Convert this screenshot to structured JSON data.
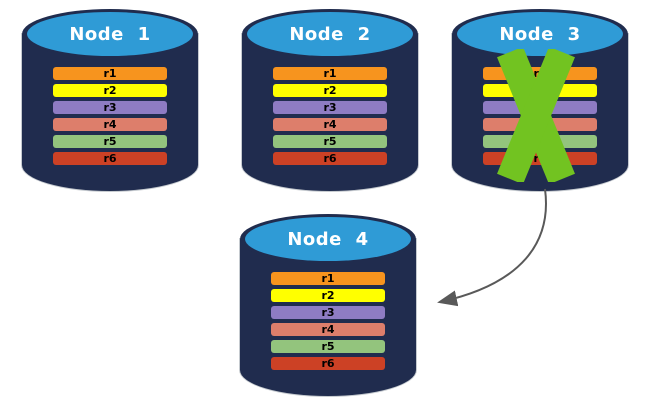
{
  "diagram": {
    "description": "Database node replication diagram: Node 3 failed, its records replicated to Node 4",
    "colors": {
      "cylinder_body": "#202C4E",
      "cylinder_cap": "#2F9BD6",
      "title_text": "#FFFFFF",
      "record_text": "#000000"
    },
    "nodes": [
      {
        "title": "Node 1",
        "records": [
          {
            "label": "r1",
            "color": "#F7941E"
          },
          {
            "label": "r2",
            "color": "#FFFF00"
          },
          {
            "label": "r3",
            "color": "#8E7CC3"
          },
          {
            "label": "r4",
            "color": "#DD7E6B"
          },
          {
            "label": "r5",
            "color": "#93C47D"
          },
          {
            "label": "r6",
            "color": "#CC4125"
          }
        ]
      },
      {
        "title": "Node 2",
        "records": [
          {
            "label": "r1",
            "color": "#F7941E"
          },
          {
            "label": "r2",
            "color": "#FFFF00"
          },
          {
            "label": "r3",
            "color": "#8E7CC3"
          },
          {
            "label": "r4",
            "color": "#DD7E6B"
          },
          {
            "label": "r5",
            "color": "#93C47D"
          },
          {
            "label": "r6",
            "color": "#CC4125"
          }
        ]
      },
      {
        "title": "Node 3",
        "failed": true,
        "records": [
          {
            "label": "r1",
            "color": "#F7941E"
          },
          {
            "label": "r2",
            "color": "#FFFF00"
          },
          {
            "label": "r3",
            "color": "#8E7CC3"
          },
          {
            "label": "r4",
            "color": "#DD7E6B"
          },
          {
            "label": "r5",
            "color": "#93C47D"
          },
          {
            "label": "r6",
            "color": "#CC4125"
          }
        ]
      },
      {
        "title": "Node 4",
        "records": [
          {
            "label": "r1",
            "color": "#F7941E"
          },
          {
            "label": "r2",
            "color": "#FFFF00"
          },
          {
            "label": "r3",
            "color": "#8E7CC3"
          },
          {
            "label": "r4",
            "color": "#DD7E6B"
          },
          {
            "label": "r5",
            "color": "#93C47D"
          },
          {
            "label": "r6",
            "color": "#CC4125"
          }
        ]
      }
    ],
    "failed_node": {
      "node": "Node 3",
      "mark_color": "#72C321"
    },
    "arrow": {
      "from": "Node 3",
      "to": "Node 4",
      "color": "#595959"
    }
  }
}
